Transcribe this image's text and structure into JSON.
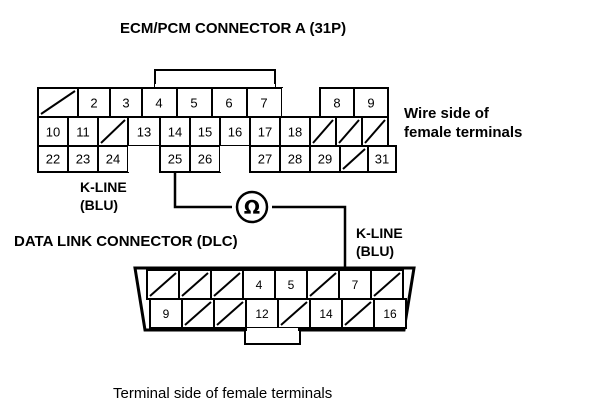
{
  "title": "ECM/PCM CONNECTOR A (31P)",
  "labels": {
    "wire_side_line1": "Wire side of",
    "wire_side_line2": "female terminals",
    "dlc_title": "DATA LINK CONNECTOR (DLC)",
    "bottom_caption": "Terminal side of female terminals",
    "kline_left_line1": "K-LINE",
    "kline_left_line2": "(BLU)",
    "kline_right_line1": "K-LINE",
    "kline_right_line2": "(BLU)",
    "meter_symbol": "Ω"
  },
  "colors": {
    "ink": "#000000",
    "paper": "#ffffff"
  },
  "ecm_connector": {
    "name": "ECM/PCM CONNECTOR A",
    "pin_count": "31P",
    "rows": [
      {
        "row": 1,
        "cells": [
          {
            "label": "",
            "blank": true
          },
          {
            "label": "2",
            "blank": false
          },
          {
            "label": "3",
            "blank": false
          },
          {
            "label": "4",
            "blank": false
          },
          {
            "label": "5",
            "blank": false
          },
          {
            "label": "6",
            "blank": false
          },
          {
            "label": "7",
            "blank": false
          },
          {
            "label": "",
            "blank": true,
            "gap": true
          },
          {
            "label": "8",
            "blank": false
          },
          {
            "label": "9",
            "blank": false
          }
        ]
      },
      {
        "row": 2,
        "cells": [
          {
            "label": "10",
            "blank": false
          },
          {
            "label": "11",
            "blank": false
          },
          {
            "label": "",
            "blank": true
          },
          {
            "label": "13",
            "blank": false
          },
          {
            "label": "14",
            "blank": false
          },
          {
            "label": "15",
            "blank": false
          },
          {
            "label": "16",
            "blank": false
          },
          {
            "label": "17",
            "blank": false
          },
          {
            "label": "18",
            "blank": false
          },
          {
            "label": "",
            "blank": true
          },
          {
            "label": "",
            "blank": true
          },
          {
            "label": "",
            "blank": true
          }
        ]
      },
      {
        "row": 3,
        "cells": [
          {
            "label": "22",
            "blank": false
          },
          {
            "label": "23",
            "blank": false
          },
          {
            "label": "24",
            "blank": false
          },
          {
            "label": "",
            "blank": true,
            "gap": true
          },
          {
            "label": "25",
            "blank": false
          },
          {
            "label": "26",
            "blank": false
          },
          {
            "label": "",
            "blank": true,
            "gap": true
          },
          {
            "label": "27",
            "blank": false
          },
          {
            "label": "28",
            "blank": false
          },
          {
            "label": "29",
            "blank": false
          },
          {
            "label": "",
            "blank": true
          },
          {
            "label": "31",
            "blank": false
          }
        ]
      }
    ],
    "highlighted_pin": "25"
  },
  "dlc_connector": {
    "name": "DATA LINK CONNECTOR (DLC)",
    "rows": [
      {
        "row": 1,
        "cells": [
          {
            "label": "",
            "blank": true
          },
          {
            "label": "",
            "blank": true
          },
          {
            "label": "",
            "blank": true
          },
          {
            "label": "4",
            "blank": false
          },
          {
            "label": "5",
            "blank": false
          },
          {
            "label": "",
            "blank": true
          },
          {
            "label": "7",
            "blank": false
          },
          {
            "label": "",
            "blank": true
          }
        ]
      },
      {
        "row": 2,
        "cells": [
          {
            "label": "9",
            "blank": false
          },
          {
            "label": "",
            "blank": true
          },
          {
            "label": "",
            "blank": true
          },
          {
            "label": "12",
            "blank": false
          },
          {
            "label": "",
            "blank": true
          },
          {
            "label": "14",
            "blank": false
          },
          {
            "label": "",
            "blank": true
          },
          {
            "label": "16",
            "blank": false
          }
        ]
      }
    ],
    "highlighted_pin": "7"
  }
}
